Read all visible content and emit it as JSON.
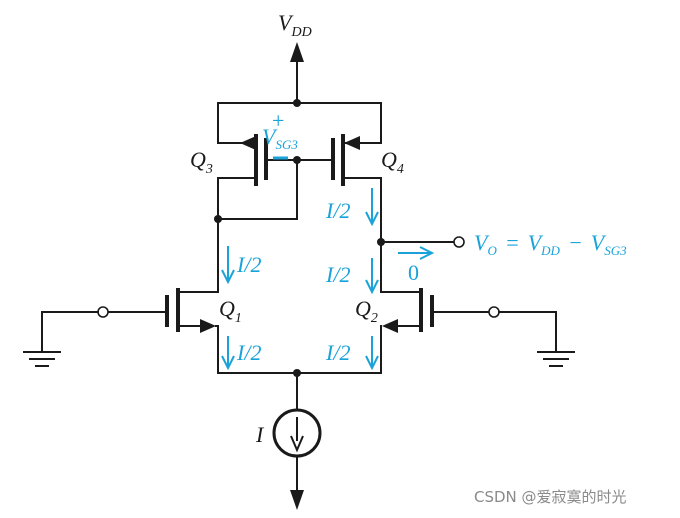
{
  "labels": {
    "vdd_main": "V",
    "vdd_sub": "DD",
    "vsg3_plus": "+",
    "vsg3_minus": "−",
    "vsg3_main": "V",
    "vsg3_sub": "SG3",
    "q3_main": "Q",
    "q3_sub": "3",
    "q4_main": "Q",
    "q4_sub": "4",
    "q1_main": "Q",
    "q1_sub": "1",
    "q2_main": "Q",
    "q2_sub": "2",
    "i_half_1": "I/2",
    "i_half_2": "I/2",
    "i_half_3": "I/2",
    "i_half_4": "I/2",
    "i_half_5": "I/2",
    "current_source": "I",
    "zero": "0",
    "vo_main": "V",
    "vo_sub": "O",
    "eq": "=",
    "vdd2_main": "V",
    "vdd2_sub": "DD",
    "minus": "−",
    "vsg3b_main": "V",
    "vsg3b_sub": "SG3"
  },
  "watermark": "CSDN @爱寂寞的时光",
  "colors": {
    "wire": "#1a1a1a",
    "annotation": "#1aa3d9"
  }
}
